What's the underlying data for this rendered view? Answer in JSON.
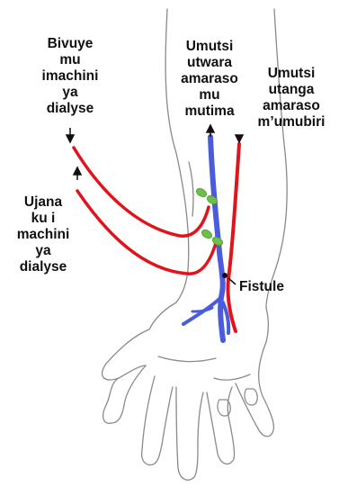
{
  "labels": {
    "from_machine": [
      "Bivuye",
      "mu",
      "imachini",
      "ya",
      "dialyse"
    ],
    "vein_to_heart": [
      "Umutsi",
      "utwara",
      "amaraso",
      "mu",
      "mutima"
    ],
    "artery_to_body": [
      "Umutsi",
      "utanga",
      "amaraso",
      "m’umubiri"
    ],
    "to_machine": [
      "Ujana",
      "ku i",
      "machini",
      "ya",
      "dialyse"
    ],
    "fistula": "Fistule"
  },
  "colors": {
    "artery": "#e0151b",
    "vein": "#4a5bdc",
    "clamp": "#6cc04a",
    "outline": "#8a8a8a",
    "arrow": "#111111"
  }
}
